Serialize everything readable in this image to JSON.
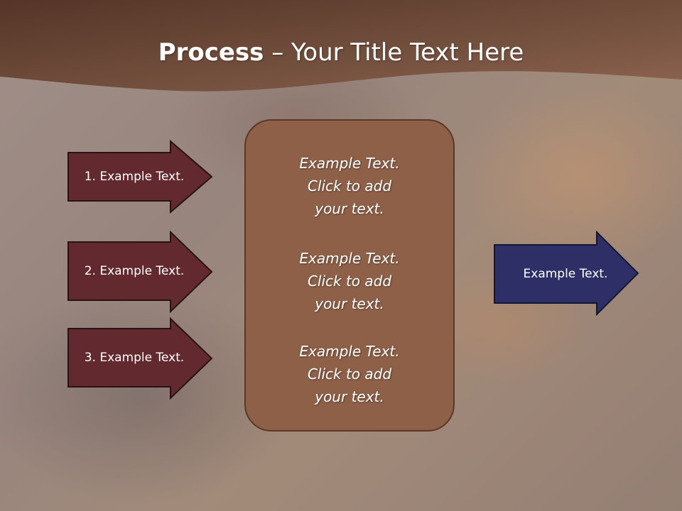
{
  "slide": {
    "title_bold": "Process",
    "title_rest": " – Your Title Text Here"
  },
  "inputs": [
    {
      "label": "1. Example Text."
    },
    {
      "label": "2. Example Text."
    },
    {
      "label": "3. Example Text."
    }
  ],
  "center": {
    "items": [
      {
        "text": "Example Text.\nClick  to add\nyour text."
      },
      {
        "text": "Example Text.\nClick  to add\nyour text."
      },
      {
        "text": "Example Text.\nClick  to add\nyour text."
      }
    ]
  },
  "output": {
    "label": "Example Text."
  },
  "colors": {
    "header": "#5e3d2f",
    "input_arrow_fill": "#622a2e",
    "center_fill": "#8e6048",
    "output_arrow_fill": "#2d2f66"
  }
}
